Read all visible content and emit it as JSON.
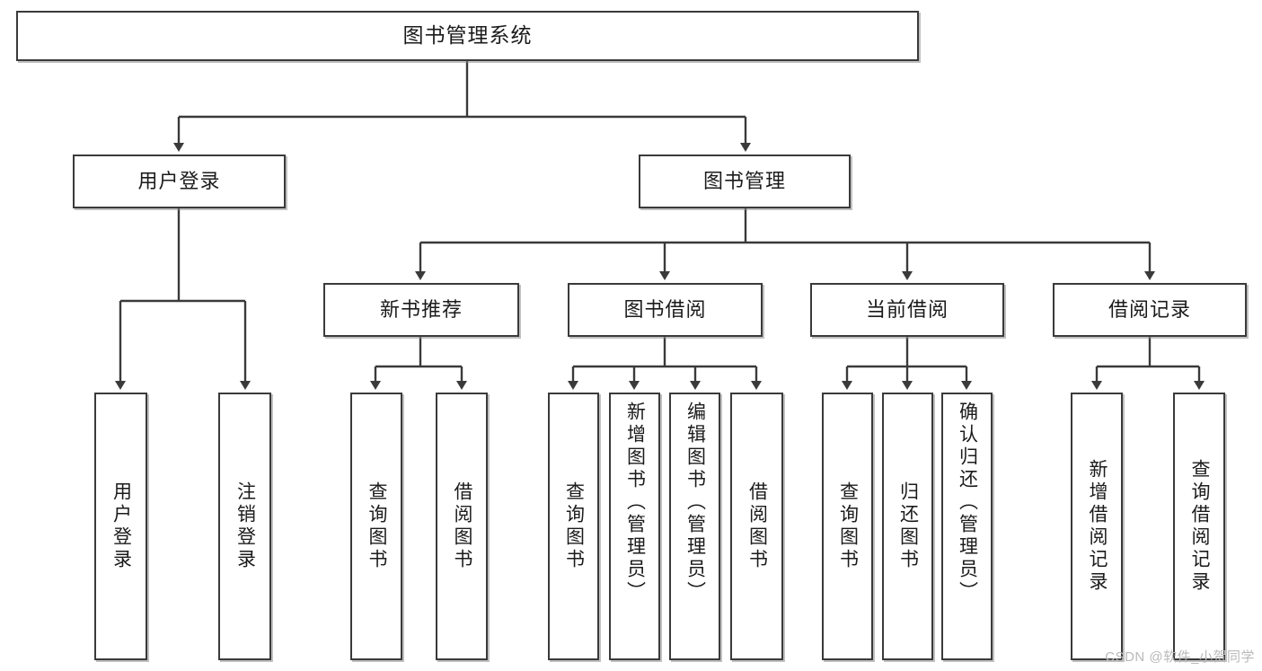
{
  "diagram": {
    "title": "图书管理系统",
    "root": {
      "label": "图书管理系统"
    },
    "level2": [
      {
        "label": "用户登录"
      },
      {
        "label": "图书管理"
      }
    ],
    "level3": [
      {
        "label": "新书推荐"
      },
      {
        "label": "图书借阅"
      },
      {
        "label": "当前借阅"
      },
      {
        "label": "借阅记录"
      }
    ],
    "leaves": {
      "user_login": [
        {
          "label": "用户登录"
        },
        {
          "label": "注销登录"
        }
      ],
      "new_book_recommend": [
        {
          "label": "查询图书"
        },
        {
          "label": "借阅图书"
        }
      ],
      "book_borrow": [
        {
          "label": "查询图书"
        },
        {
          "label": "新增图书（管理员）"
        },
        {
          "label": "编辑图书（管理员）"
        },
        {
          "label": "借阅图书"
        }
      ],
      "current_borrow": [
        {
          "label": "查询图书"
        },
        {
          "label": "归还图书"
        },
        {
          "label": "确认归还（管理员）"
        }
      ],
      "borrow_record": [
        {
          "label": "新增借阅记录"
        },
        {
          "label": "查询借阅记录"
        }
      ]
    },
    "watermark": "CSDN @软件_小贺同学",
    "colors": {
      "border": "#3a3a3a",
      "fill": "#ffffff",
      "text": "#1b1b1b",
      "watermark": "#b9b9b9"
    }
  }
}
